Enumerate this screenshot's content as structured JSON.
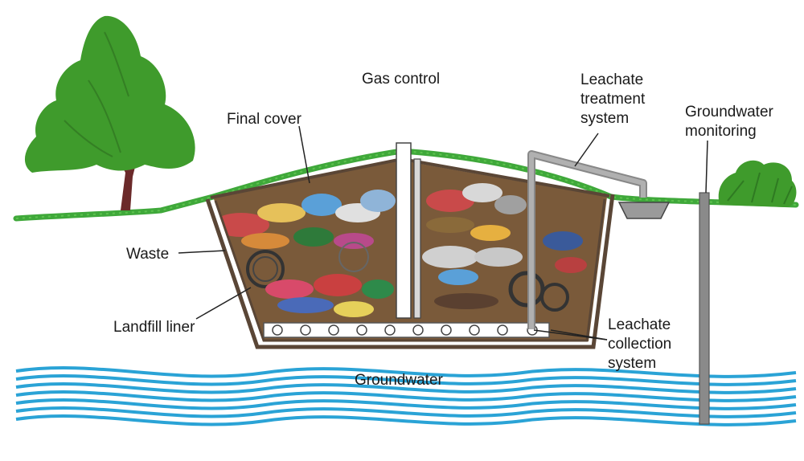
{
  "labels": {
    "gas_control": "Gas control",
    "leachate_treatment": [
      "Leachate",
      "treatment",
      "system"
    ],
    "groundwater_monitoring": [
      "Groundwater",
      "monitoring"
    ],
    "final_cover": "Final cover",
    "waste": "Waste",
    "landfill_liner": "Landfill liner",
    "leachate_collection": [
      "Leachate",
      "collection",
      "system"
    ],
    "groundwater": "Groundwater"
  },
  "colors": {
    "grass": "#3fa83a",
    "tree_foliage": "#3f9b2c",
    "tree_trunk": "#6b2a2a",
    "liner": "#5a4636",
    "soil": "#7a5a3a",
    "water": "#2aa3d6",
    "pipe": "#a9a9a9"
  }
}
